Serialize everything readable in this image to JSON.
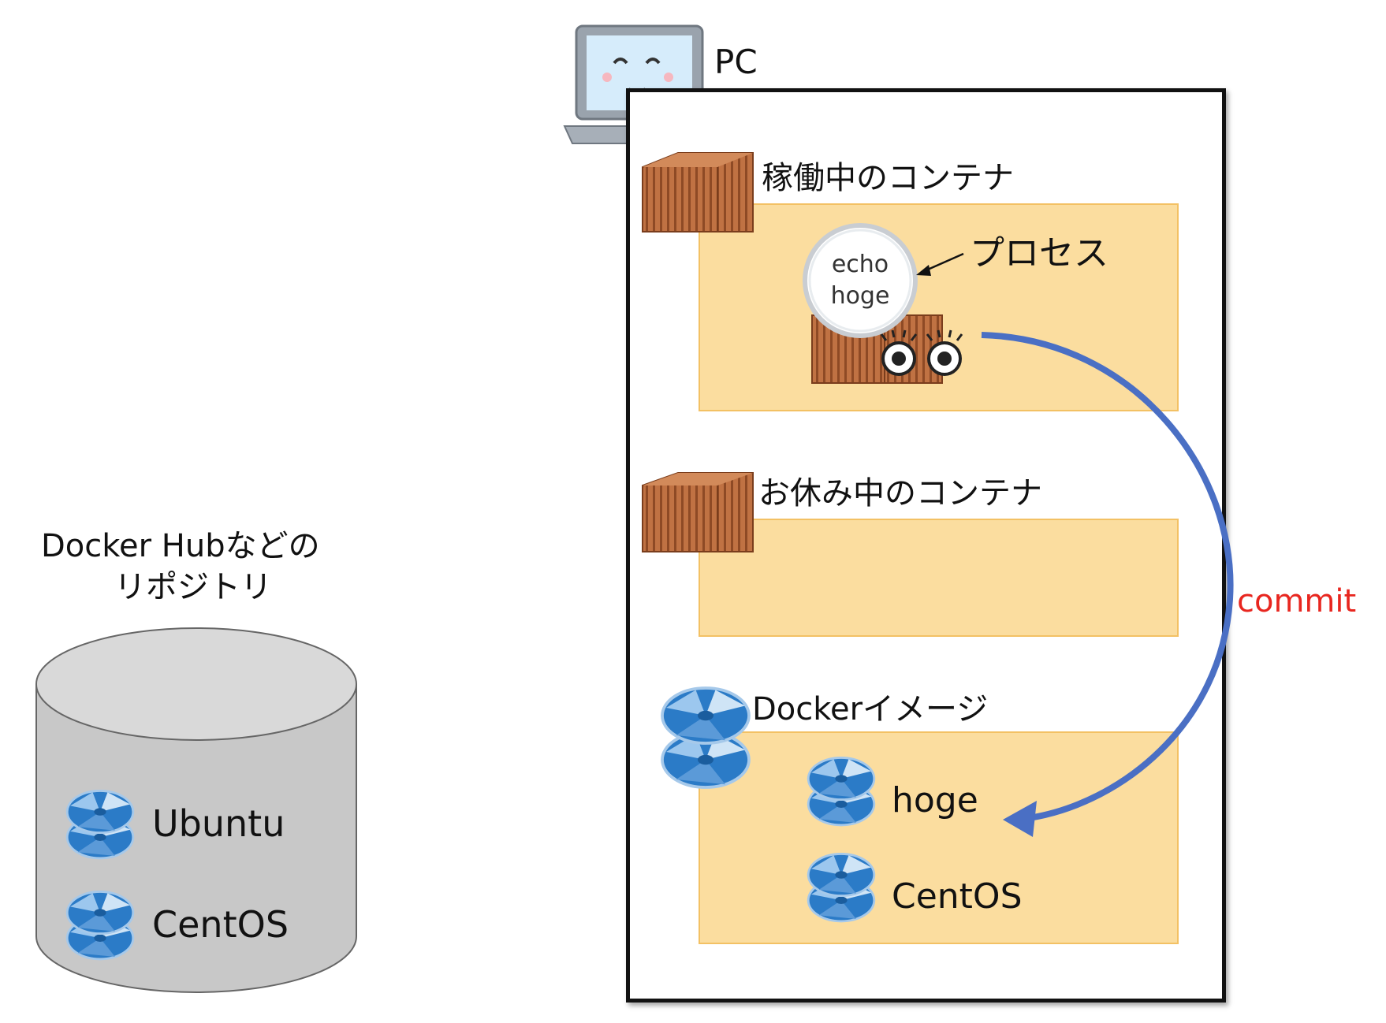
{
  "pc": {
    "label": "PC"
  },
  "repository": {
    "title_line1": "Docker Hubなどの",
    "title_line2": "リポジトリ",
    "images": [
      {
        "name": "Ubuntu"
      },
      {
        "name": "CentOS"
      }
    ]
  },
  "running_containers": {
    "title": "稼働中のコンテナ",
    "process": {
      "label": "プロセス",
      "command_line1": "echo",
      "command_line2": "hoge"
    }
  },
  "stopped_containers": {
    "title": "お休み中のコンテナ"
  },
  "docker_images": {
    "title": "Dockerイメージ",
    "items": [
      {
        "name": "hoge"
      },
      {
        "name": "CentOS"
      }
    ]
  },
  "commit": {
    "label": "commit",
    "color": "#e8261f",
    "arrow_color": "#4a6fc4"
  },
  "colors": {
    "panel_fill": "#fbdd9f",
    "panel_border": "#f3c164",
    "container_brown": "#b8693c",
    "disc_blue": "#2b7bc7",
    "repo_gray": "#c8c8c8"
  }
}
